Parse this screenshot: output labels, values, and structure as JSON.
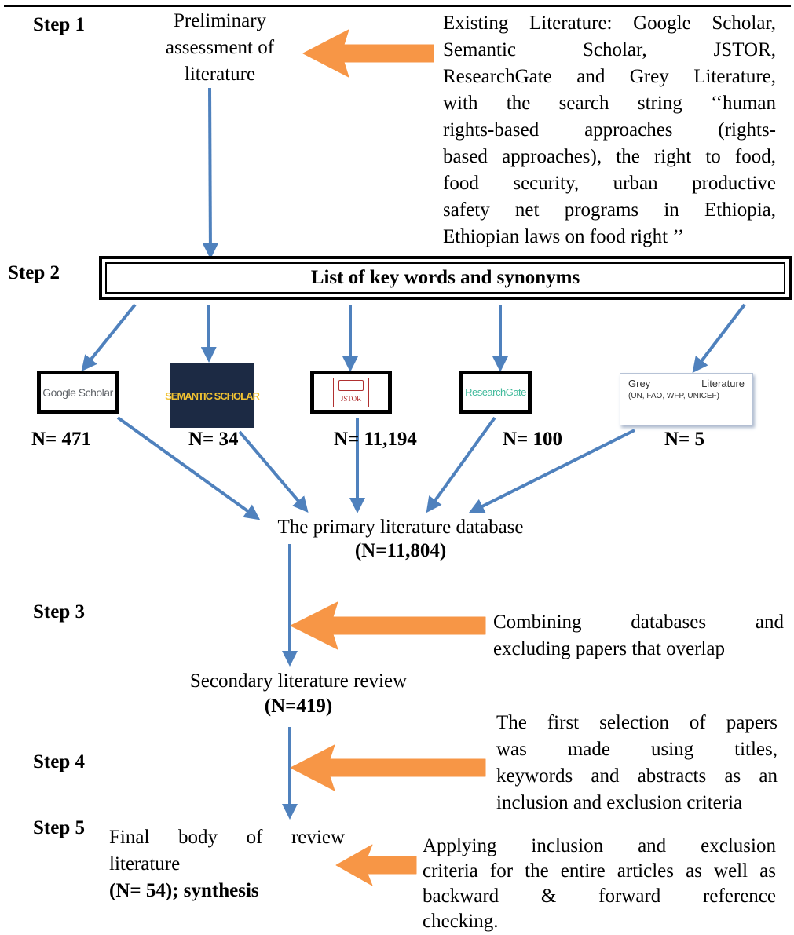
{
  "steps": [
    "Step 1",
    "Step 2",
    "Step 3",
    "Step 4",
    "Step 5"
  ],
  "step1": {
    "box_lines": [
      "Preliminary",
      "assessment of",
      "literature"
    ],
    "sources_text": [
      "Existing Literature: Google Scholar,",
      "Semantic Scholar, JSTOR,",
      "ResearchGate and Grey Literature,",
      "with the search string ‘‘human",
      "rights-based approaches (rights-",
      "based approaches), the right to food,",
      "food security, urban productive",
      "safety net programs in Ethiopia,",
      "Ethiopian laws on food right ’’"
    ]
  },
  "step2": {
    "keywords_box": "List of key words and synonyms",
    "databases": [
      {
        "logo_text": "Google Scholar",
        "count": "N= 471",
        "icon": "google-scholar-logo"
      },
      {
        "logo_text": "SEMANTIC SCHOLAR",
        "count": "N= 34",
        "icon": "semantic-scholar-logo"
      },
      {
        "logo_text": "JSTOR",
        "count": "N= 11,194",
        "icon": "jstor-logo"
      },
      {
        "logo_text": "ResearchGate",
        "count": "N= 100",
        "icon": "researchgate-logo"
      },
      {
        "logo_text": "Grey Literature",
        "logo_subtext": "(UN, FAO, WFP, UNICEF)",
        "count": "N= 5",
        "icon": "grey-literature-logo"
      }
    ],
    "primary_db": "The primary literature database",
    "primary_count": "(N=11,804)"
  },
  "step3": {
    "note": [
      "Combining databases and",
      "excluding papers that overlap"
    ],
    "result": "Secondary literature review",
    "result_count": "(N=419)"
  },
  "step4": {
    "note": [
      "The first selection of papers",
      "was made using titles,",
      "keywords and abstracts as an",
      "inclusion and exclusion criteria"
    ]
  },
  "step5": {
    "result_lines": [
      "Final body of review",
      "literature"
    ],
    "result_count": "(N= 54); synthesis",
    "note": [
      "Applying inclusion and exclusion",
      "criteria for the entire articles as well as",
      "backward & forward reference",
      "checking."
    ]
  },
  "colors": {
    "arrow_blue": "#4f81bd",
    "arrow_orange": "#f79646"
  }
}
